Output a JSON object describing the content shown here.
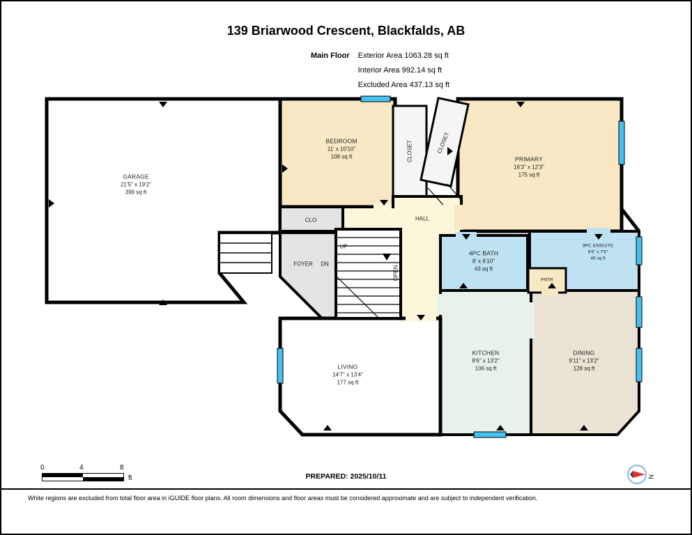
{
  "header": {
    "title": "139 Briarwood Crescent, Blackfalds, AB",
    "floor_label": "Main Floor",
    "areas": [
      "Exterior Area 1063.28 sq ft",
      "Interior Area 992.14 sq ft",
      "Excluded Area 437.13 sq ft"
    ]
  },
  "rooms": {
    "garage": {
      "name": "GARAGE",
      "dims": "21'5\" x 19'2\"",
      "area": "399 sq ft"
    },
    "bedroom": {
      "name": "BEDROOM",
      "dims": "11' x 10'10\"",
      "area": "108 sq ft"
    },
    "primary": {
      "name": "PRIMARY",
      "dims": "16'3\" x 12'3\"",
      "area": "175 sq ft"
    },
    "closet_a": {
      "name": "CLOSET"
    },
    "closet_b": {
      "name": "CLOSET"
    },
    "clo": {
      "name": "CLO"
    },
    "hall": {
      "name": "HALL"
    },
    "foyer": {
      "name": "FOYER"
    },
    "stairs_up": {
      "name": "UP"
    },
    "stairs_dn": {
      "name": "DN"
    },
    "open_below": {
      "name": "OPEN"
    },
    "bath": {
      "name": "4PC BATH",
      "dims": "8' x 6'10\"",
      "area": "43 sq ft"
    },
    "ensuite": {
      "name": "3PC ENSUITE",
      "dims": "9'6\" x 7'6\"",
      "area": "46 sq ft"
    },
    "pantry": {
      "name": "PNTR"
    },
    "living": {
      "name": "LIVING",
      "dims": "14'7\" x 13'4\"",
      "area": "177 sq ft"
    },
    "kitchen": {
      "name": "KITCHEN",
      "dims": "8'6\" x 13'2\"",
      "area": "106 sq ft"
    },
    "dining": {
      "name": "DINING",
      "dims": "9'11\" x 13'2\"",
      "area": "128 sq ft"
    }
  },
  "scale_bar": {
    "tick_0": "0",
    "tick_4": "4",
    "tick_8": "8",
    "unit": "ft"
  },
  "compass": {
    "label": "N"
  },
  "footer": {
    "prepared": "PREPARED: 2025/10/11",
    "disclaimer": "White regions are excluded from total floor area in iGUIDE floor plans. All room dimensions and floor areas must be considered approximate and are subject to independent verification."
  },
  "colors": {
    "wall": "#000000",
    "room_tan": "#f8e8c3",
    "room_blue": "#bfe2f2",
    "room_green": "#e9f2ea",
    "room_beige": "#ebe3d3",
    "room_cream": "#fcf6da",
    "room_gray": "#e4e4e4",
    "room_light": "#f5f5f5",
    "room_white": "#ffffff",
    "window": "#45c1f0",
    "compass_red": "#e8302a",
    "compass_blue": "#1f3c88"
  }
}
